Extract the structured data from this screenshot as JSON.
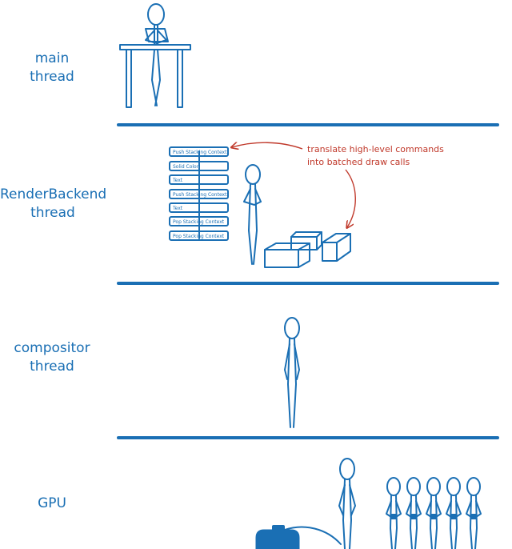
{
  "threads": {
    "main": {
      "line1": "main",
      "line2": "thread"
    },
    "render_backend": {
      "line1": "RenderBackend",
      "line2": "thread"
    },
    "compositor": {
      "line1": "compositor",
      "line2": "thread"
    },
    "gpu": {
      "line1": "GPU"
    }
  },
  "display_list": {
    "items": [
      "Push Stacking Context",
      "Solid Color",
      "Text",
      "Push Stacking Context",
      "Text",
      "Pop Stacking Context",
      "Pop Stacking Context"
    ]
  },
  "annotation": {
    "line1": "translate high-level commands",
    "line2": "into batched draw calls"
  },
  "colors": {
    "ink": "#1a6fb4",
    "annotation": "#c0392b"
  }
}
